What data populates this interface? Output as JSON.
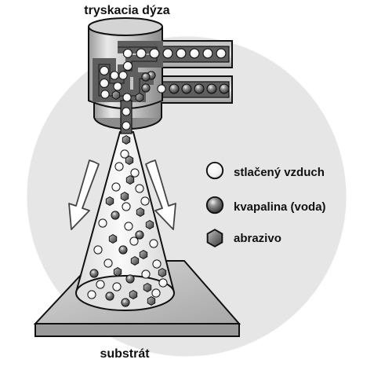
{
  "diagram": {
    "title": "tryskacia dýza",
    "substrate_label": "substrát",
    "legend": [
      {
        "marker": "air-bubble-icon",
        "label": "stlačený vzduch"
      },
      {
        "marker": "liquid-droplet-icon",
        "label": "kvapalina (voda)"
      },
      {
        "marker": "abrasive-particle-icon",
        "label": "abrazivo"
      }
    ]
  },
  "colors": {
    "background_disc": "#e6e6e6",
    "nozzle_metal": "#c9c9c9",
    "nozzle_dark": "#8c8c8c",
    "spray_cone": "#efefef",
    "outline": "#111111"
  }
}
